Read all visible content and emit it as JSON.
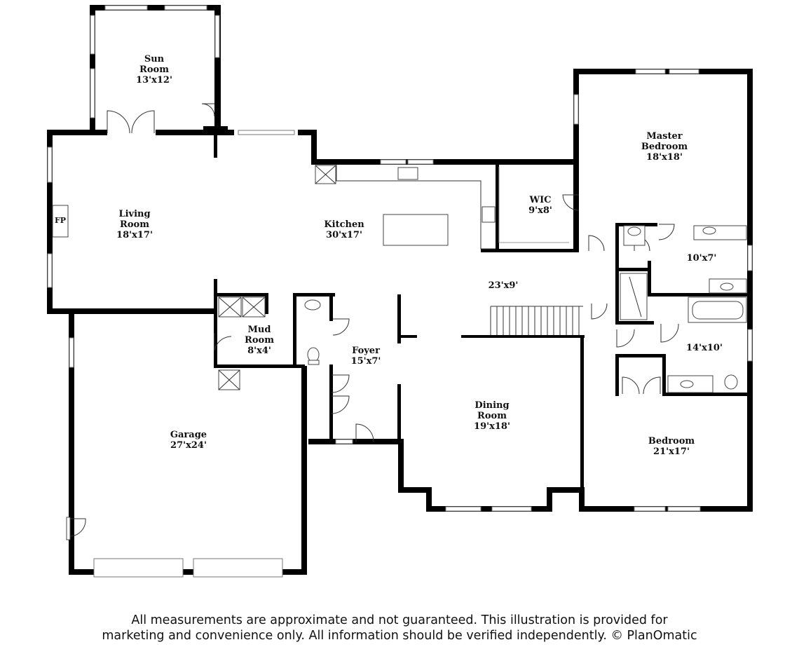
{
  "rooms": [
    {
      "id": "sun-room",
      "name": [
        "Sun",
        "Room"
      ],
      "dim": "13'x12'"
    },
    {
      "id": "living-room",
      "name": [
        "Living",
        "Room"
      ],
      "dim": "18'x17'"
    },
    {
      "id": "fireplace",
      "name": [
        "FP"
      ],
      "dim": ""
    },
    {
      "id": "kitchen",
      "name": [
        "Kitchen"
      ],
      "dim": "30'x17'"
    },
    {
      "id": "wic",
      "name": [
        "WIC"
      ],
      "dim": "9'x8'"
    },
    {
      "id": "master-bedroom",
      "name": [
        "Master",
        "Bedroom"
      ],
      "dim": "18'x18'"
    },
    {
      "id": "master-bath",
      "name": [],
      "dim": "10'x7'"
    },
    {
      "id": "hall",
      "name": [],
      "dim": "23'x9'"
    },
    {
      "id": "mud-room",
      "name": [
        "Mud",
        "Room"
      ],
      "dim": "8'x4'"
    },
    {
      "id": "foyer",
      "name": [
        "Foyer"
      ],
      "dim": "15'x7'"
    },
    {
      "id": "bath-2",
      "name": [],
      "dim": "14'x10'"
    },
    {
      "id": "garage",
      "name": [
        "Garage"
      ],
      "dim": "27'x24'"
    },
    {
      "id": "dining-room",
      "name": [
        "Dining",
        "Room"
      ],
      "dim": "19'x18'"
    },
    {
      "id": "bedroom",
      "name": [
        "Bedroom"
      ],
      "dim": "21'x17'"
    }
  ],
  "disclaimer": {
    "line1": "All measurements are approximate and not guaranteed. This illustration is provided for",
    "line2": "marketing and convenience only. All information should be verified independently. © PlanOmatic"
  }
}
